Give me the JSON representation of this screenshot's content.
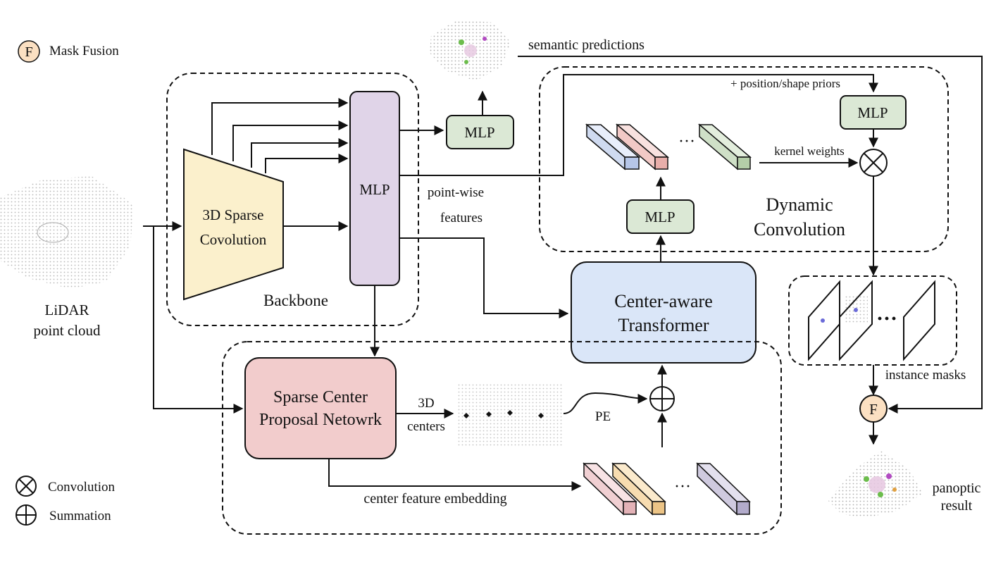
{
  "legend": {
    "fusion_symbol": "F",
    "fusion_label": "Mask Fusion",
    "conv_label": "Convolution",
    "sum_label": "Summation"
  },
  "input": {
    "line1": "LiDAR",
    "line2": "point cloud"
  },
  "backbone": {
    "label": "Backbone",
    "sparse_conv_line1": "3D Sparse",
    "sparse_conv_line2": "Covolution",
    "mlp_label": "MLP"
  },
  "semantic": {
    "mlp_label": "MLP",
    "predictions_label": "semantic predictions"
  },
  "pointwise": {
    "line1": "point-wise",
    "line2": "features"
  },
  "dynamic_conv": {
    "priors_label": "+ position/shape priors",
    "mlp_top_label": "MLP",
    "mlp_bottom_label": "MLP",
    "kernel_weights_label": "kernel weights",
    "title_line1": "Dynamic",
    "title_line2": "Convolution",
    "ellipsis": "···"
  },
  "transformer": {
    "line1": "Center-aware",
    "line2": "Transformer"
  },
  "proposal": {
    "line1": "Sparse Center",
    "line2": "Proposal Netowrk",
    "centers_line1": "3D",
    "centers_line2": "centers",
    "pe_label": "PE",
    "embedding_label": "center feature embedding",
    "ellipsis": "···"
  },
  "instance": {
    "masks_label": "instance masks",
    "ellipsis": "···"
  },
  "output": {
    "fusion_symbol": "F",
    "line1": "panoptic",
    "line2": "result"
  },
  "colors": {
    "backbone_trapezoid": "#fbf0cc",
    "mlp_purple": "#e0d4e8",
    "mlp_green": "#dbe8d5",
    "transformer_blue": "#dae6f8",
    "proposal_red": "#f2cccc",
    "fusion_circle": "#fbe0c2",
    "cube_blue": "#cfdaf0",
    "cube_red": "#f2c9c6",
    "cube_green": "#cfe0c7",
    "cube_pink": "#f0cfd2",
    "cube_orange": "#f7dcb0",
    "cube_purple": "#cfcadf"
  }
}
